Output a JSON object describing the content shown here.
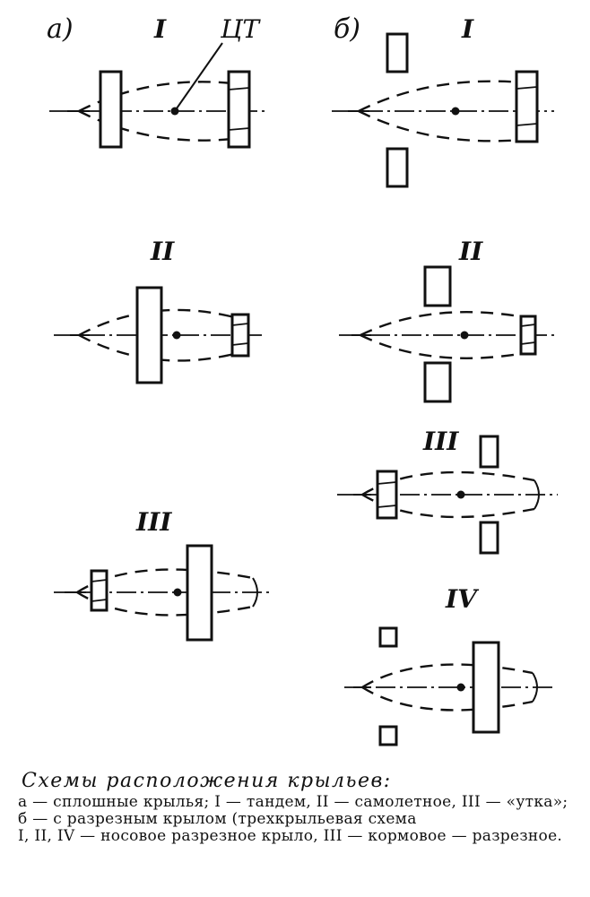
{
  "diagram": {
    "column_labels": {
      "a": "а)",
      "b": "б)"
    },
    "ct_label": "ЦТ",
    "schemes": {
      "a1": "I",
      "a2": "II",
      "a3": "III",
      "b1": "I",
      "b2": "II",
      "b3": "III",
      "b4": "IV"
    }
  },
  "caption": {
    "title": "Схемы расположения крыльев:",
    "body": "а — сплошные крылья; I — тандем, II — самолетное, III — «утка»; б — с разрезным крылом (трехкрыльевая схема",
    "note": "I, II, IV — носовое разрезное крыло, III — кормовое — разрезное."
  }
}
